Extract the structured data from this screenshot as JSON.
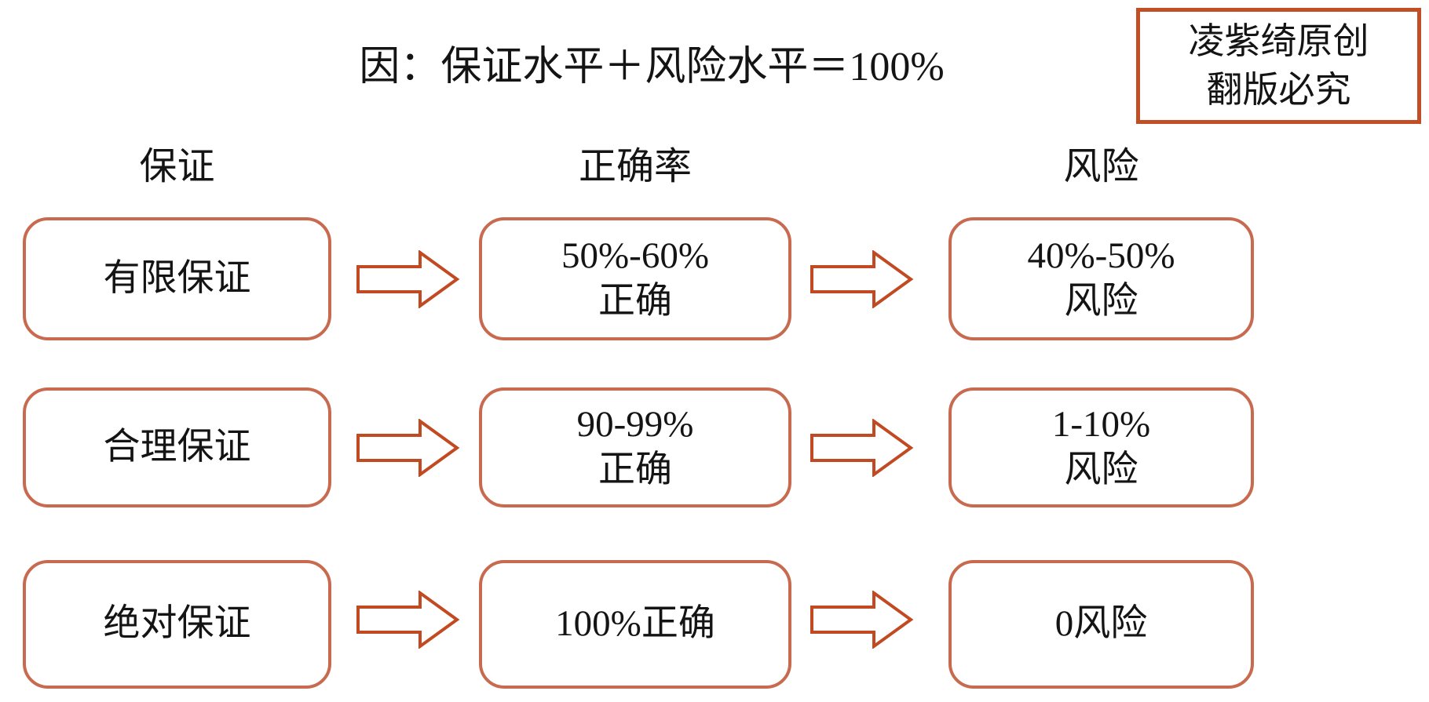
{
  "title": "因：保证水平＋风险水平＝100%",
  "watermark": {
    "line1": "凌紫绮原创",
    "line2": "翻版必究"
  },
  "columns": [
    {
      "header": "保证"
    },
    {
      "header": "正确率"
    },
    {
      "header": "风险"
    }
  ],
  "rows": [
    {
      "assurance": "有限保证",
      "accuracy_line1": "50%-60%",
      "accuracy_line2": "正确",
      "risk_line1": "40%-50%",
      "risk_line2": "风险"
    },
    {
      "assurance": "合理保证",
      "accuracy_line1": "90-99%",
      "accuracy_line2": "正确",
      "risk_line1": "1-10%",
      "risk_line2": "风险"
    },
    {
      "assurance": "绝对保证",
      "accuracy_line1": "100%正确",
      "risk_line1": "0风险"
    }
  ],
  "colors": {
    "box_border": "#c86a4f",
    "arrow": "#c24a22",
    "watermark_border": "#c24e26",
    "text": "#141414"
  }
}
